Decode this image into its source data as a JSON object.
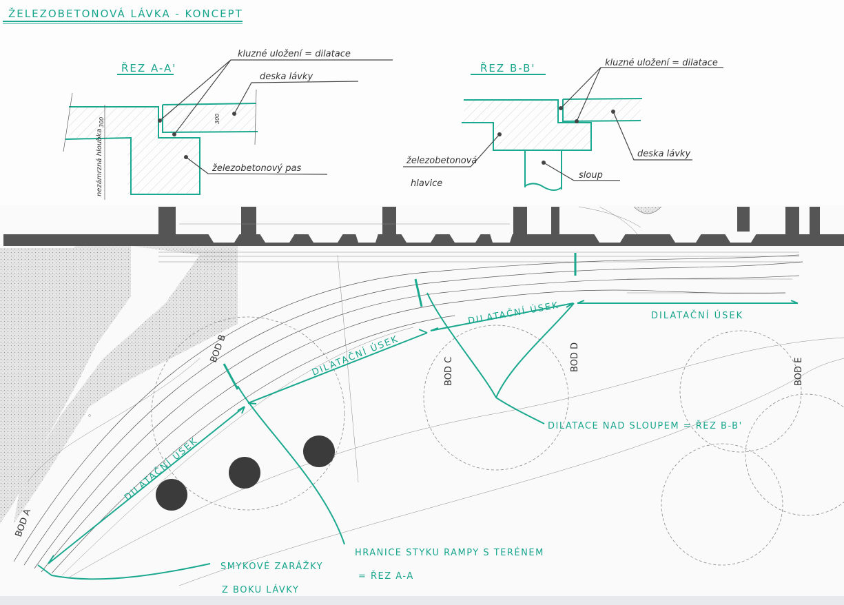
{
  "title": "ŽELEZOBETONOVÁ LÁVKA - KONCEPT",
  "section_aa": {
    "title": "ŘEZ A-A'",
    "label_dilatation": "kluzné uložení = dilatace",
    "label_slab": "deska lávky",
    "label_strip": "železobetonový pas",
    "label_depth": "nezámrzná hloubka",
    "dim_left": "300",
    "dim_right": "300"
  },
  "section_bb": {
    "title": "ŘEZ B-B'",
    "label_dilatation": "kluzné uložení = dilatace",
    "label_slab": "deska lávky",
    "label_head_1": "železobetonová",
    "label_head_2": "hlavice",
    "label_column": "sloup"
  },
  "plan": {
    "points": [
      "BOD A",
      "BOD B",
      "BOD C",
      "BOD D",
      "BOD E"
    ],
    "segment_label": "DILATAČNÍ ÚSEK",
    "note_column": "DILATACE NAD SLOUPEM = ŘEZ B-B'",
    "note_boundary_1": "HRANICE STYKU RAMPY S TERÉNEM",
    "note_boundary_2": "= ŘEZ A-A",
    "note_shear_1": "SMYKOVÉ ZARÁŽKY",
    "note_shear_2": "Z BOKU LÁVKY"
  },
  "colors": {
    "annotation": "#1aa88e",
    "pencil": "#444444",
    "wall": "#555555",
    "paving": "#e4e4e4"
  }
}
